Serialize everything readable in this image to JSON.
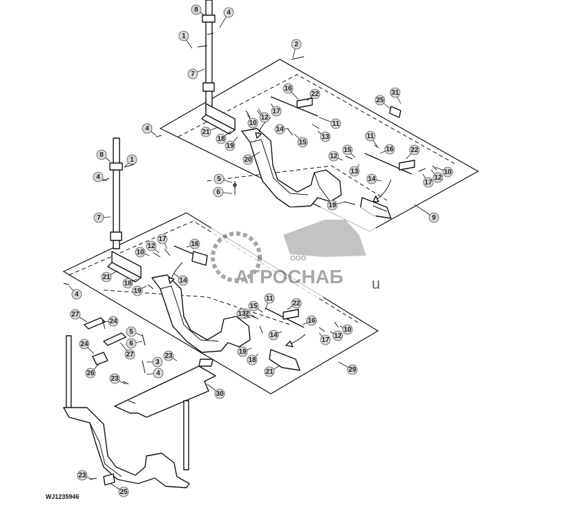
{
  "figure_id": "WJ1235946",
  "watermark": {
    "small_text": "ООО",
    "brand_text": "АГРОСНАБ",
    "suffix_text": "u"
  },
  "callouts": [
    {
      "label": "8"
    },
    {
      "label": "4"
    },
    {
      "label": "1"
    },
    {
      "label": "2"
    },
    {
      "label": "7"
    },
    {
      "label": "16"
    },
    {
      "label": "22"
    },
    {
      "label": "31"
    },
    {
      "label": "25"
    },
    {
      "label": "10"
    },
    {
      "label": "12"
    },
    {
      "label": "17"
    },
    {
      "label": "11"
    },
    {
      "label": "14"
    },
    {
      "label": "15"
    },
    {
      "label": "13"
    },
    {
      "label": "4"
    },
    {
      "label": "21"
    },
    {
      "label": "18"
    },
    {
      "label": "19"
    },
    {
      "label": "20"
    },
    {
      "label": "11"
    },
    {
      "label": "15"
    },
    {
      "label": "16"
    },
    {
      "label": "22"
    },
    {
      "label": "12"
    },
    {
      "label": "13"
    },
    {
      "label": "12"
    },
    {
      "label": "10"
    },
    {
      "label": "17"
    },
    {
      "label": "14"
    },
    {
      "label": "8"
    },
    {
      "label": "1"
    },
    {
      "label": "4"
    },
    {
      "label": "5"
    },
    {
      "label": "6"
    },
    {
      "label": "7"
    },
    {
      "label": "19"
    },
    {
      "label": "9"
    },
    {
      "label": "16"
    },
    {
      "label": "12"
    },
    {
      "label": "17"
    },
    {
      "label": "10"
    },
    {
      "label": "21"
    },
    {
      "label": "18"
    },
    {
      "label": "19"
    },
    {
      "label": "14"
    },
    {
      "label": "4"
    },
    {
      "label": "11"
    },
    {
      "label": "22"
    },
    {
      "label": "15"
    },
    {
      "label": "12"
    },
    {
      "label": "16"
    },
    {
      "label": "13"
    },
    {
      "label": "10"
    },
    {
      "label": "14"
    },
    {
      "label": "12"
    },
    {
      "label": "17"
    },
    {
      "label": "27"
    },
    {
      "label": "24"
    },
    {
      "label": "5"
    },
    {
      "label": "6"
    },
    {
      "label": "24"
    },
    {
      "label": "27"
    },
    {
      "label": "23"
    },
    {
      "label": "19"
    },
    {
      "label": "18"
    },
    {
      "label": "3"
    },
    {
      "label": "21"
    },
    {
      "label": "26"
    },
    {
      "label": "4"
    },
    {
      "label": "29"
    },
    {
      "label": "23"
    },
    {
      "label": "30"
    },
    {
      "label": "23"
    },
    {
      "label": "25"
    }
  ]
}
